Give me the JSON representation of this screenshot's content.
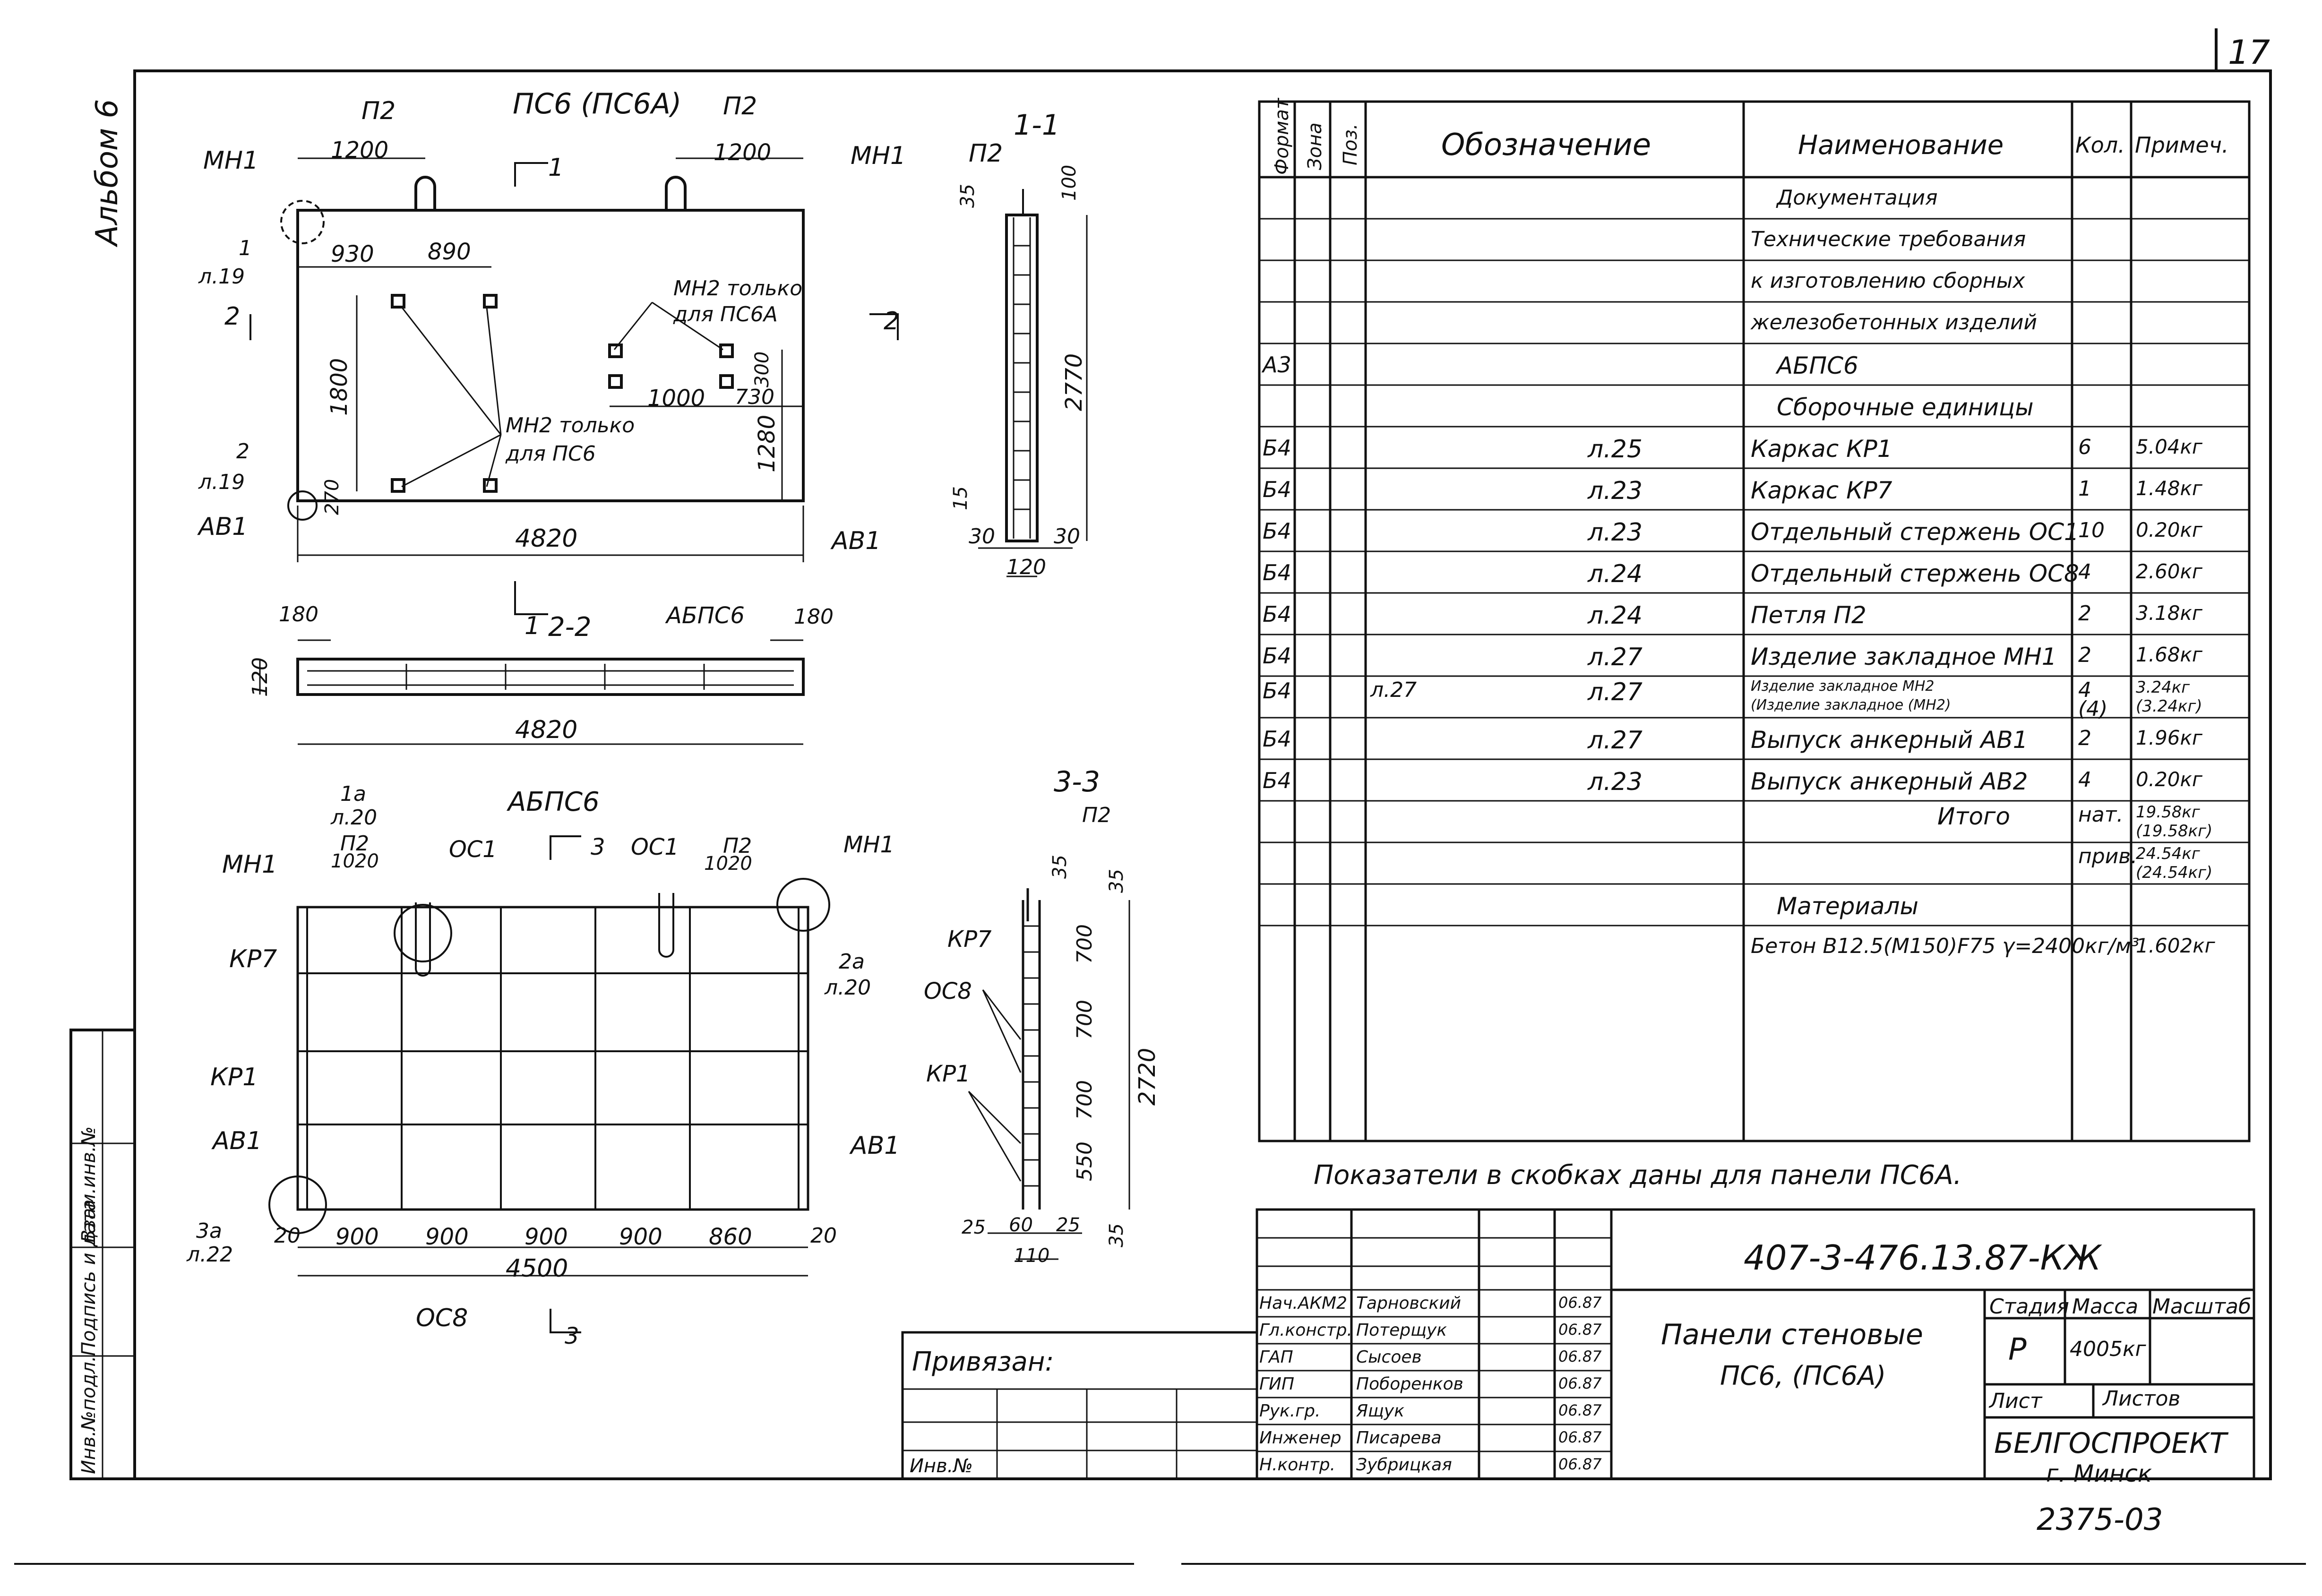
{
  "page_number": "17",
  "album_label": "Альбом 6",
  "side_stamp": [
    "Инв.№подл.",
    "Подпись и дата",
    "Взам.инв.№"
  ],
  "views": {
    "main_title": "ПС6 (ПС6А)",
    "section_1_1": "1-1",
    "section_2_2": "2-2",
    "section_3_3": "3-3",
    "reinf_title": "АБПС6"
  },
  "labels": {
    "p2": "П2",
    "mn1": "МН1",
    "mn2_ps6a": "МН2 только",
    "mn2_ps6a_2": "для ПС6А",
    "mn2_ps6": "МН2 только",
    "mn2_ps6_2": "для ПС6",
    "av1": "АВ1",
    "kr1": "КР1",
    "kr7": "КР7",
    "os1": "ОС1",
    "os8": "ОС8",
    "ref1": "1",
    "ref1_sheet": "л.19",
    "ref2": "2",
    "ref2_sheet": "л.19",
    "ref1a": "1а",
    "ref1a_sheet": "л.20",
    "ref2a": "2а",
    "ref2a_sheet": "л.20",
    "ref3a": "3а",
    "ref3a_sheet": "л.22",
    "abps6_bar": "АБПС6",
    "cut1": "1",
    "cut2": "2",
    "cut3": "3"
  },
  "dims": {
    "d1200a": "1200",
    "d1200b": "1200",
    "d930": "930",
    "d890": "890",
    "d1800": "1800",
    "d1000": "1000",
    "d730": "730",
    "d300": "300",
    "d1280": "1280",
    "d270": "270",
    "d4820a": "4820",
    "d4820b": "4820",
    "d180a": "180",
    "d180b": "180",
    "d120": "120",
    "d35": "35",
    "d100": "100",
    "d2770": "2770",
    "d15": "15",
    "d30a": "30",
    "d30b": "30",
    "d120b": "120",
    "d1020a": "1020",
    "d1020b": "1020",
    "d20a": "20",
    "d900a": "900",
    "d900b": "900",
    "d900c": "900",
    "d900d": "900",
    "d860": "860",
    "d20b": "20",
    "d4500": "4500",
    "s35a": "35",
    "s700a": "700",
    "s700b": "700",
    "s700c": "700",
    "s550": "550",
    "s35b": "35",
    "s2720": "2720",
    "s25a": "25",
    "s60": "60",
    "s25b": "25",
    "s110": "110"
  },
  "spec_table": {
    "headers": {
      "format": "Формат",
      "zone": "Зона",
      "pos": "Поз.",
      "designation": "Обозначение",
      "name": "Наименование",
      "qty": "Кол.",
      "note": "Примеч."
    },
    "rows": [
      {
        "format": "",
        "designation": "",
        "name": "Документация",
        "qty": "",
        "note": ""
      },
      {
        "format": "",
        "designation": "",
        "name": "Технические требования",
        "qty": "",
        "note": ""
      },
      {
        "format": "",
        "designation": "",
        "name": "к изготовлению сборных",
        "qty": "",
        "note": ""
      },
      {
        "format": "",
        "designation": "",
        "name": "железобетонных изделий",
        "qty": "",
        "note": ""
      },
      {
        "format": "А3",
        "designation": "",
        "name": "АБПС6",
        "qty": "",
        "note": ""
      },
      {
        "format": "",
        "designation": "",
        "name": "Сборочные единицы",
        "qty": "",
        "note": ""
      },
      {
        "format": "Б4",
        "designation": "л.25",
        "name": "Каркас КР1",
        "qty": "6",
        "note": "5.04кг"
      },
      {
        "format": "Б4",
        "designation": "л.23",
        "name": "Каркас КР7",
        "qty": "1",
        "note": "1.48кг"
      },
      {
        "format": "Б4",
        "designation": "л.23",
        "name": "Отдельный стержень ОС1",
        "qty": "10",
        "note": "0.20кг"
      },
      {
        "format": "Б4",
        "designation": "л.24",
        "name": "Отдельный стержень ОС8",
        "qty": "4",
        "note": "2.60кг"
      },
      {
        "format": "Б4",
        "designation": "л.24",
        "name": "Петля П2",
        "qty": "2",
        "note": "3.18кг"
      },
      {
        "format": "Б4",
        "designation": "л.27",
        "name": "Изделие закладное МН1",
        "qty": "2",
        "note": "1.68кг"
      },
      {
        "format": "Б4",
        "designation": "л.27",
        "designation_alt": "л.27",
        "name": "Изделие закладное МН2",
        "name_alt": "(Изделие закладное (МН2)",
        "qty": "4",
        "qty_alt": "(4)",
        "note": "3.24кг",
        "note_alt": "(3.24кг)"
      },
      {
        "format": "Б4",
        "designation": "л.27",
        "name": "Выпуск анкерный АВ1",
        "qty": "2",
        "note": "1.96кг"
      },
      {
        "format": "Б4",
        "designation": "л.23",
        "name": "Выпуск анкерный АВ2",
        "qty": "4",
        "note": "0.20кг"
      },
      {
        "format": "",
        "designation": "",
        "name": "Итого",
        "qty": "нат.",
        "note": "19.58кг",
        "note_alt": "(19.58кг)"
      },
      {
        "format": "",
        "designation": "",
        "name": "",
        "qty": "прив.",
        "note": "24.54кг",
        "note_alt": "(24.54кг)"
      },
      {
        "format": "",
        "designation": "",
        "name": "Материалы",
        "qty": "",
        "note": ""
      },
      {
        "format": "",
        "designation": "",
        "name": "Бетон В12.5(М150)F75 γ=2400кг/м³",
        "qty": "",
        "note": "1.602кг"
      }
    ]
  },
  "footnote": "Показатели в скобках даны для панели ПС6А.",
  "title_block": {
    "code": "407-3-476.13.87-КЖ",
    "title_line1": "Панели стеновые",
    "title_line2": "ПС6, (ПС6А)",
    "stage_label": "Стадия",
    "mass_label": "Масса",
    "scale_label": "Масштаб",
    "stage": "Р",
    "mass": "4005кг",
    "sheet_label": "Лист",
    "sheets_label": "Листов",
    "org": "БЕЛГОСПРОЕКТ",
    "city": "г. Минск",
    "bound": "Привязан:",
    "inv_no": "Инв.№",
    "staff": [
      {
        "role": "Нач.АКМ2",
        "name": "Тарновский",
        "date": "06.87"
      },
      {
        "role": "Гл.констр.",
        "name": "Потерщук",
        "date": "06.87"
      },
      {
        "role": "ГАП",
        "name": "Сысоев",
        "date": "06.87"
      },
      {
        "role": "ГИП",
        "name": "Поборенков",
        "date": "06.87"
      },
      {
        "role": "Рук.гр.",
        "name": "Ящук",
        "date": "06.87"
      },
      {
        "role": "Инженер",
        "name": "Писарева",
        "date": "06.87"
      },
      {
        "role": "Н.контр.",
        "name": "Зубрицкая",
        "date": "06.87"
      }
    ]
  },
  "archive_no": "2375-03"
}
